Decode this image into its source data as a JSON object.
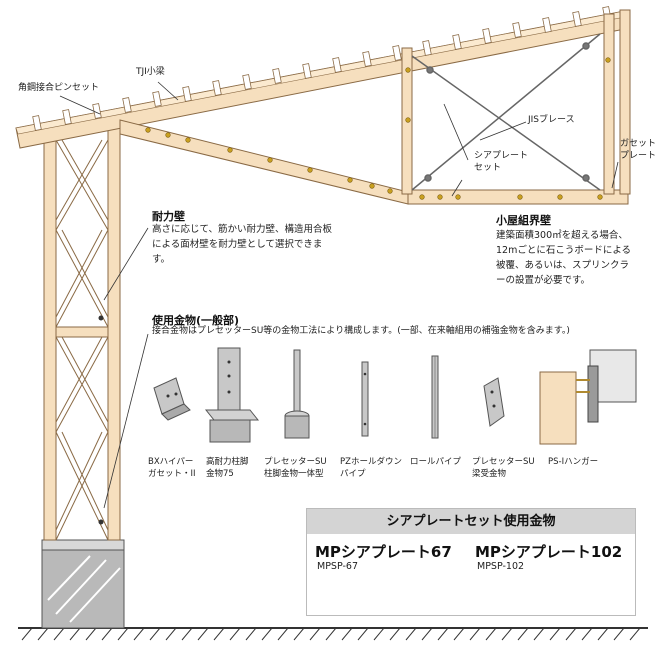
{
  "labels": {
    "kakuko": "角鋼接合ピンセット",
    "tji": "TJI小梁",
    "jis": "JISブレース",
    "shear_set": "シアプレート\nセット",
    "gusset": "ガセット\nプレート"
  },
  "taiheki": {
    "title": "耐力壁",
    "text": "高さに応じて、筋かい耐力壁、構造用合板による面材壁を耐力壁として選択できます。"
  },
  "koya": {
    "title": "小屋組界壁",
    "text": "建築面積300㎡を超える場合、12mごとに石こうボードによる被覆、あるいは、スプリンクラーの設置が必要です。"
  },
  "kanamono": {
    "title": "使用金物(一般部)",
    "text": "接合金物はプレセッターSU等の金物工法により構成します。(一部、在来軸組用の補強金物を含みます。)"
  },
  "parts": [
    {
      "label": "BXハイパー\nガセット・II"
    },
    {
      "label": "高耐力柱脚\n金物75"
    },
    {
      "label": "プレセッターSU\n柱脚金物一体型"
    },
    {
      "label": "PZホールダウン\nパイプ"
    },
    {
      "label": "ロールパイプ"
    },
    {
      "label": "プレセッターSU\n梁受金物"
    },
    {
      "label": "PS-Iハンガー"
    }
  ],
  "panel": {
    "title": "シアプレートセット使用金物",
    "items": [
      {
        "name": "MPシアプレート67",
        "code": "MPSP-67"
      },
      {
        "name": "MPシアプレート102",
        "code": "MPSP-102"
      }
    ]
  },
  "colors": {
    "wood": "#f6dfbe",
    "wood_edge": "#8a6a45",
    "bolt": "#c9a020",
    "metal": "#c8c8c8",
    "concrete": "#b9b9b9",
    "panel_header": "#d4d4d4",
    "brass": "#c9a23a"
  }
}
